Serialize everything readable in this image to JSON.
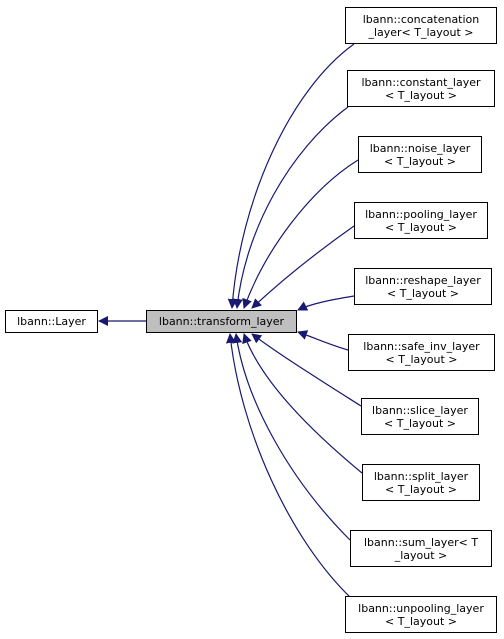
{
  "diagram": {
    "base_class": {
      "lines": [
        "lbann::Layer"
      ]
    },
    "center_class": {
      "lines": [
        "lbann::transform_layer"
      ]
    },
    "derived_classes": [
      {
        "lines": [
          "lbann::concatenation",
          "_layer< T_layout >"
        ]
      },
      {
        "lines": [
          "lbann::constant_layer",
          "< T_layout >"
        ]
      },
      {
        "lines": [
          "lbann::noise_layer",
          "< T_layout >"
        ]
      },
      {
        "lines": [
          "lbann::pooling_layer",
          "< T_layout >"
        ]
      },
      {
        "lines": [
          "lbann::reshape_layer",
          "< T_layout >"
        ]
      },
      {
        "lines": [
          "lbann::safe_inv_layer",
          "< T_layout >"
        ]
      },
      {
        "lines": [
          "lbann::slice_layer",
          "< T_layout >"
        ]
      },
      {
        "lines": [
          "lbann::split_layer",
          "< T_layout >"
        ]
      },
      {
        "lines": [
          "lbann::sum_layer< T",
          "_layout >"
        ]
      },
      {
        "lines": [
          "lbann::unpooling_layer",
          "< T_layout >"
        ]
      }
    ],
    "colors": {
      "edge": "#191970",
      "center_fill": "#bfbfbf",
      "border": "#000000"
    }
  }
}
